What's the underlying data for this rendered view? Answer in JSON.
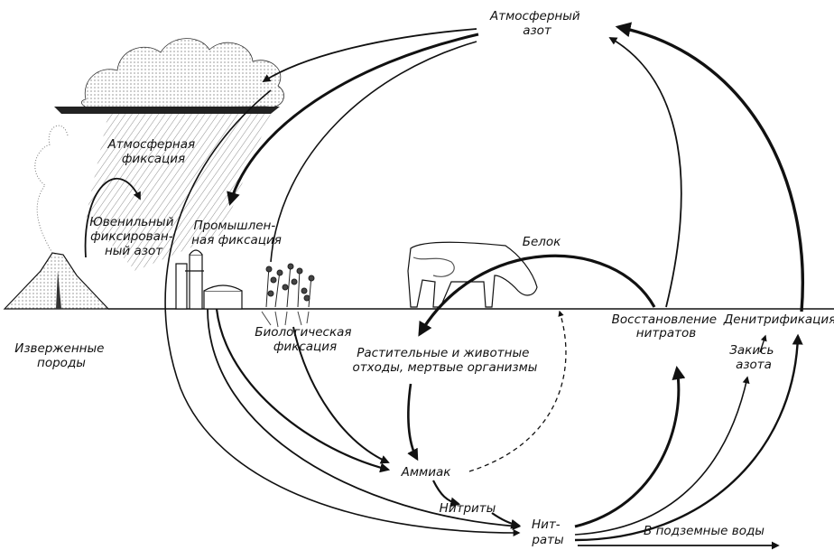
{
  "labels": {
    "atmospheric_nitrogen": [
      "Атмосферный",
      "азот"
    ],
    "atmospheric_fixation": [
      "Атмосферная",
      "фиксация"
    ],
    "juvenile_nitrogen": [
      "Ювенильный",
      "фиксирован-",
      "ный азот"
    ],
    "industrial_fixation": [
      "Промышлен-",
      "ная фиксация"
    ],
    "igneous_rocks": [
      "Изверженные",
      "породы"
    ],
    "biological_fixation": [
      "Биологическая",
      "фиксация"
    ],
    "protein": "Белок",
    "waste": [
      "Растительные и животные",
      "отходы, мертвые организмы"
    ],
    "nitrate_reduction": [
      "Восстановление",
      "нитратов"
    ],
    "denitrification": "Денитрификация",
    "nitrous_oxide": [
      "Закись",
      "азота"
    ],
    "ammonia": "Аммиак",
    "nitrites": "Нитриты",
    "nitrates": [
      "Нит-",
      "раты"
    ],
    "groundwater": "В подземные воды"
  }
}
